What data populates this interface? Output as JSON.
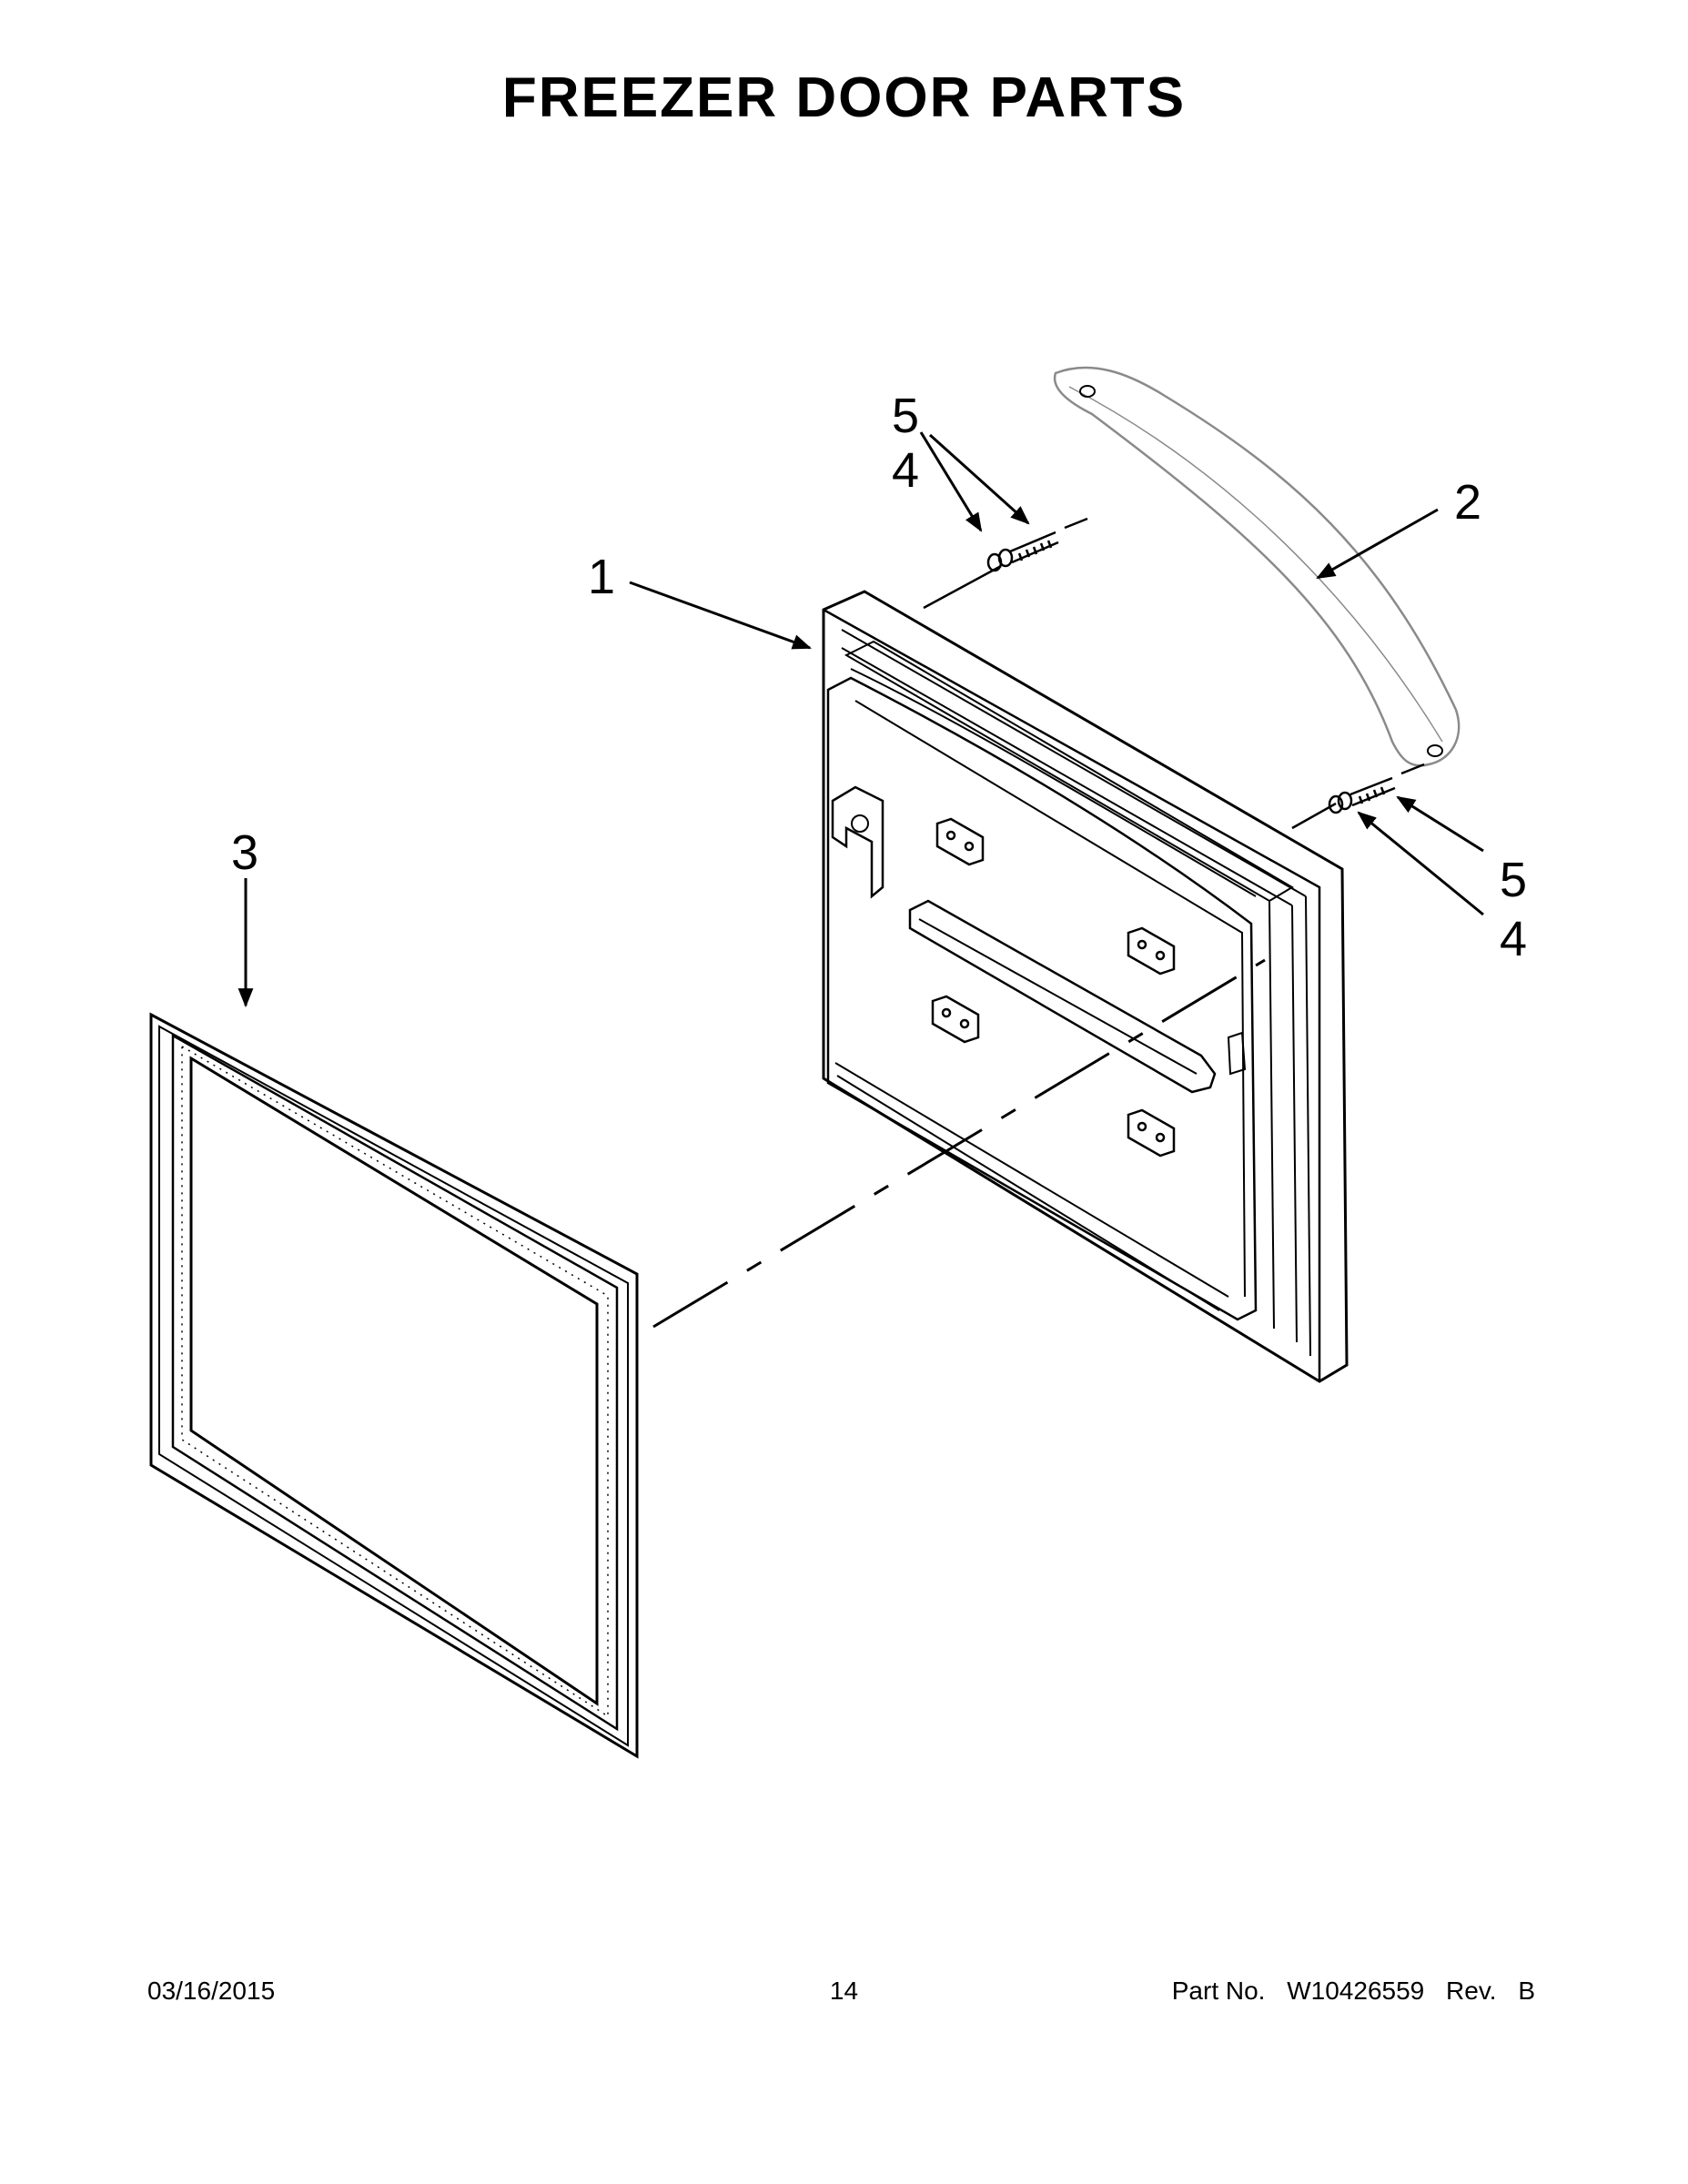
{
  "title": "FREEZER DOOR PARTS",
  "callouts": {
    "door": "1",
    "handle": "2",
    "gasket": "3",
    "spacer_top": "4",
    "screw_top": "5",
    "spacer_bottom": "4",
    "screw_bottom": "5"
  },
  "footer": {
    "date": "03/16/2015",
    "page": "14",
    "part_label": "Part No.",
    "part_number": "W10426559",
    "rev_label": "Rev.",
    "rev_value": "B"
  },
  "colors": {
    "line": "#000000",
    "background": "#ffffff",
    "handle": "#8a8a8a"
  }
}
